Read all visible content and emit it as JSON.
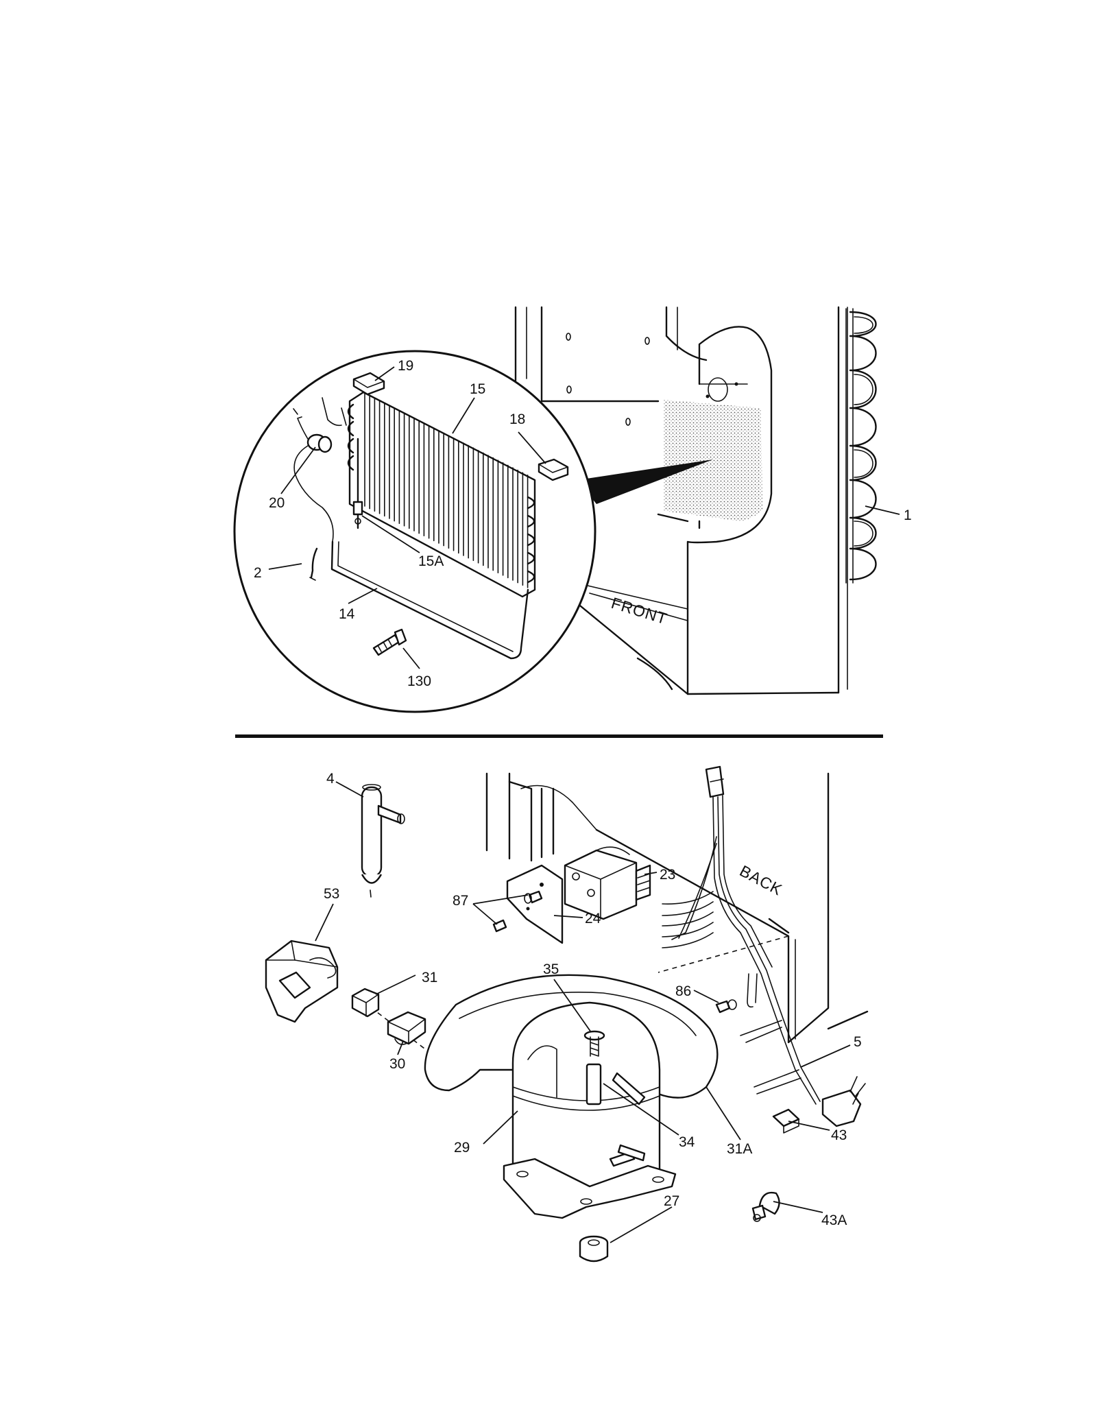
{
  "callouts": {
    "c1": "1",
    "c2": "2",
    "c4": "4",
    "c5": "5",
    "c14": "14",
    "c15": "15",
    "c15a": "15A",
    "c18": "18",
    "c19": "19",
    "c20": "20",
    "c23": "23",
    "c24": "24",
    "c27": "27",
    "c29": "29",
    "c30": "30",
    "c31": "31",
    "c31a": "31A",
    "c34": "34",
    "c35": "35",
    "c43": "43",
    "c43a": "43A",
    "c53": "53",
    "c86": "86",
    "c87": "87",
    "c130": "130"
  },
  "stencils": {
    "front": "FRONT",
    "back": "BACK"
  }
}
